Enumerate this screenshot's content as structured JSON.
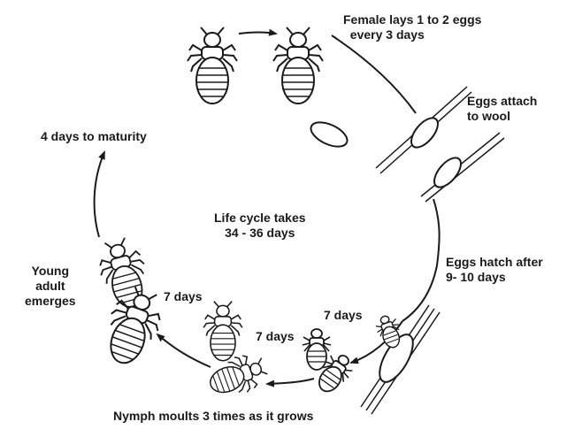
{
  "labels": {
    "female_lays": "Female lays 1 to 2 eggs\n  every 3 days",
    "eggs_attach": "Eggs attach\nto wool",
    "maturity": "4 days to maturity",
    "life_cycle": "Life cycle takes\n34 - 36 days",
    "young_adult": "Young\nadult\nemerges",
    "eggs_hatch": "Eggs hatch after\n9- 10 days",
    "seven_days_left": "7 days",
    "seven_days_mid": "7 days",
    "seven_days_right": "7 days",
    "nymph_moults": "Nymph moults 3 times as it grows"
  },
  "colors": {
    "ink": "#1a1a1a",
    "background": "#ffffff"
  }
}
